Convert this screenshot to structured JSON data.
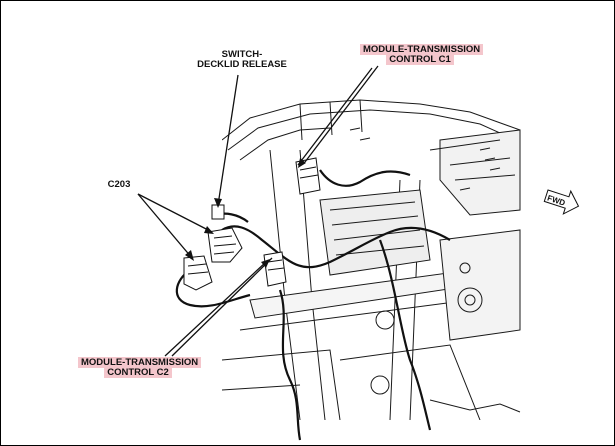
{
  "labels": {
    "switch_line1": "SWITCH-",
    "switch_line2": "DECKLID RELEASE",
    "tcm_c1_line1": "MODULE-TRANSMISSION",
    "tcm_c1_line2": "CONTROL C1",
    "c203": "C203",
    "tcm_c2_line1": "MODULE-TRANSMISSION",
    "tcm_c2_line2": "CONTROL C2",
    "fwd": "FWD"
  },
  "colors": {
    "highlight": "#f4c6cc",
    "line": "#111111"
  }
}
